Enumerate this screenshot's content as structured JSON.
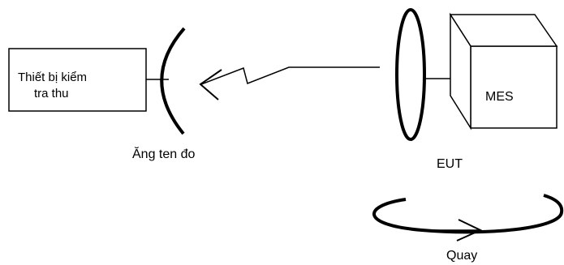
{
  "diagram": {
    "receiver": {
      "line1": "Thiết bị kiểm",
      "line2": "tra thu"
    },
    "antenna_label": "Ăng ten đo",
    "eut_label": "EUT",
    "mes_label": "MES",
    "rotation_label": "Quay",
    "stroke_color": "#000000",
    "background_color": "#ffffff"
  }
}
